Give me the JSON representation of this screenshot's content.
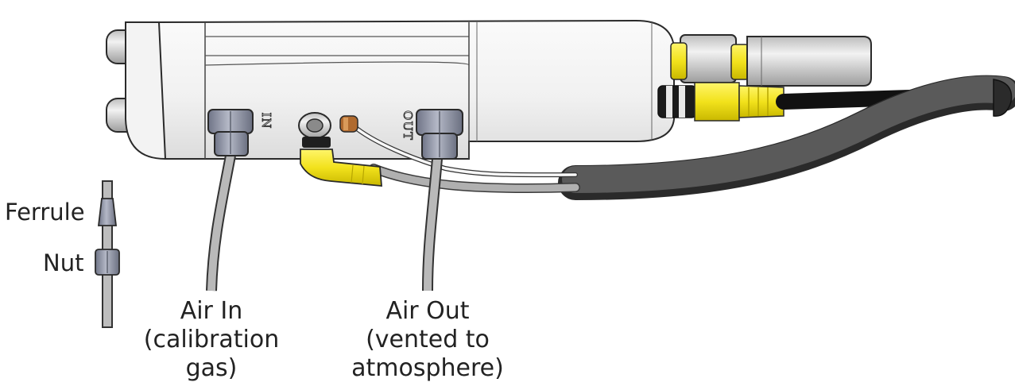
{
  "figure": {
    "port_marks": {
      "inlet": "IN",
      "outlet": "OUT"
    },
    "callouts": {
      "air_in": {
        "line1": "Air In",
        "line2": "(calibration",
        "line3": "gas)"
      },
      "air_out": {
        "line1": "Air Out",
        "line2": "(vented to",
        "line3": "atmosphere)"
      },
      "ferrule": "Ferrule",
      "nut": "Nut"
    }
  },
  "colors": {
    "body_fill": "#f4f4f4",
    "outline": "#2a2a2a",
    "tube_gray": "#b9b9b9",
    "fitting_gray": "#8e93a3",
    "connector_yellow": "#f2e21c",
    "cable_dark": "#3a3a3a",
    "cable_black": "#111111"
  }
}
